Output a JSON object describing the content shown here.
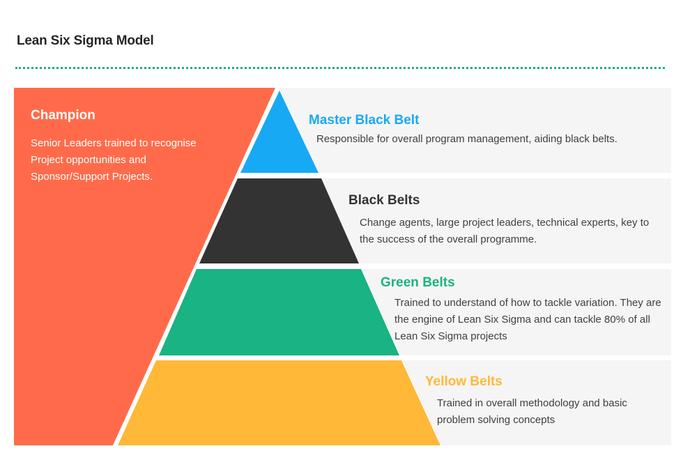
{
  "header": {
    "title": "Lean Six Sigma Model"
  },
  "colors": {
    "champion": "#ff6b4a",
    "master_black_belt": "#18a9f5",
    "black_belts": "#333333",
    "green_belts": "#1ab383",
    "yellow_belts": "#ffb838",
    "panel_background": "#f5f5f5",
    "divider": "#1aae88"
  },
  "champion": {
    "title": "Champion",
    "description": "Senior Leaders trained to recognise Project opportunities and Sponsor/Support Projects."
  },
  "levels": [
    {
      "title": "Master Black Belt",
      "description": "Responsible for overall program management, aiding black belts."
    },
    {
      "title": "Black Belts",
      "description": "Change agents, large project leaders, technical experts, key to the success of the overall programme."
    },
    {
      "title": "Green Belts",
      "description": "Trained to understand of how to tackle variation. They are the engine of Lean Six Sigma and can tackle  80% of all Lean Six Sigma projects"
    },
    {
      "title": "Yellow Belts",
      "description": "Trained in overall methodology and basic problem solving concepts"
    }
  ]
}
